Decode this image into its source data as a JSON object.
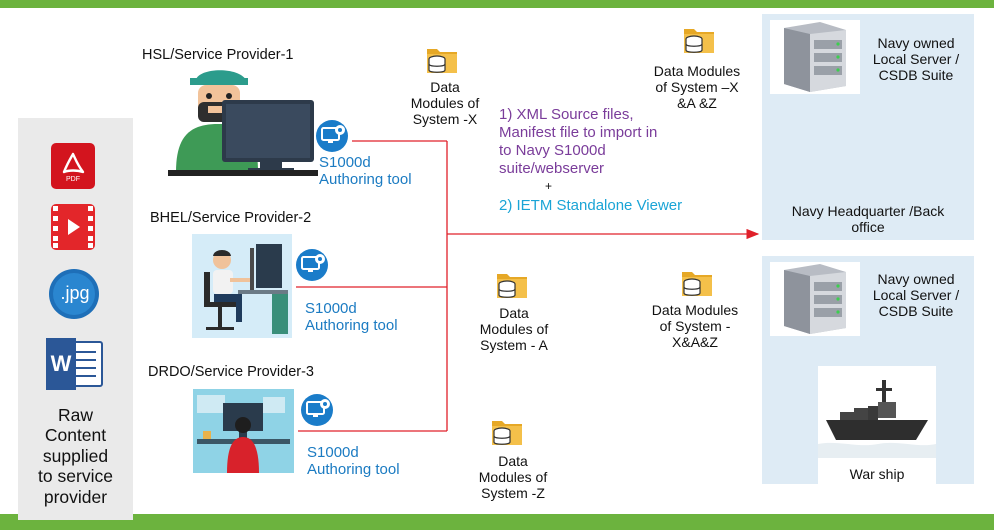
{
  "providers": [
    {
      "name": "HSL/Service Provider-1",
      "tool": "S1000d Authoring tool"
    },
    {
      "name": "BHEL/Service Provider-2",
      "tool": "S1000d Authoring tool"
    },
    {
      "name": "DRDO/Service Provider-3",
      "tool": "S1000d Authoring tool"
    }
  ],
  "tool_line1": "S1000d",
  "tool_line2": "Authoring tool",
  "raw_content": {
    "icons": [
      "pdf-icon",
      "video-icon",
      "jpg-icon",
      "word-icon"
    ],
    "pdf_label": "PDF",
    "jpg_label": ".jpg",
    "word_label": "W",
    "label_lines": [
      "Raw",
      "Content",
      "supplied",
      "to service",
      "provider"
    ]
  },
  "data_modules": {
    "x": [
      "Data",
      "Modules of",
      "System -X"
    ],
    "a": [
      "Data",
      "Modules of",
      "System - A"
    ],
    "z": [
      "Data",
      "Modules of",
      "System -Z"
    ],
    "xaz_top": [
      "Data Modules",
      "of System –X",
      "&A &Z"
    ],
    "xaz_mid": [
      "Data Modules",
      "of System -",
      "X&A&Z"
    ]
  },
  "deliverables": {
    "item1_lines": [
      "1) XML Source files,",
      "Manifest file to import in",
      "to Navy S1000d",
      "suite/webserver"
    ],
    "plus": "+",
    "item2": "2) IETM Standalone Viewer"
  },
  "navy_hq": {
    "server_lines": [
      "Navy owned",
      "Local Server /",
      "CSDB Suite"
    ],
    "label_lines": [
      "Navy Headquarter /Back",
      "office"
    ]
  },
  "warship": {
    "server_lines": [
      "Navy owned",
      "Local Server /",
      "CSDB Suite"
    ],
    "label": "War ship"
  },
  "colors": {
    "green": "#6cb33e",
    "blue_text": "#1b7bc2",
    "purple_text": "#7a3c9a",
    "cyan_text": "#1aa4d6",
    "red_line": "#e0202a",
    "navy_panel": "#deebf5"
  }
}
